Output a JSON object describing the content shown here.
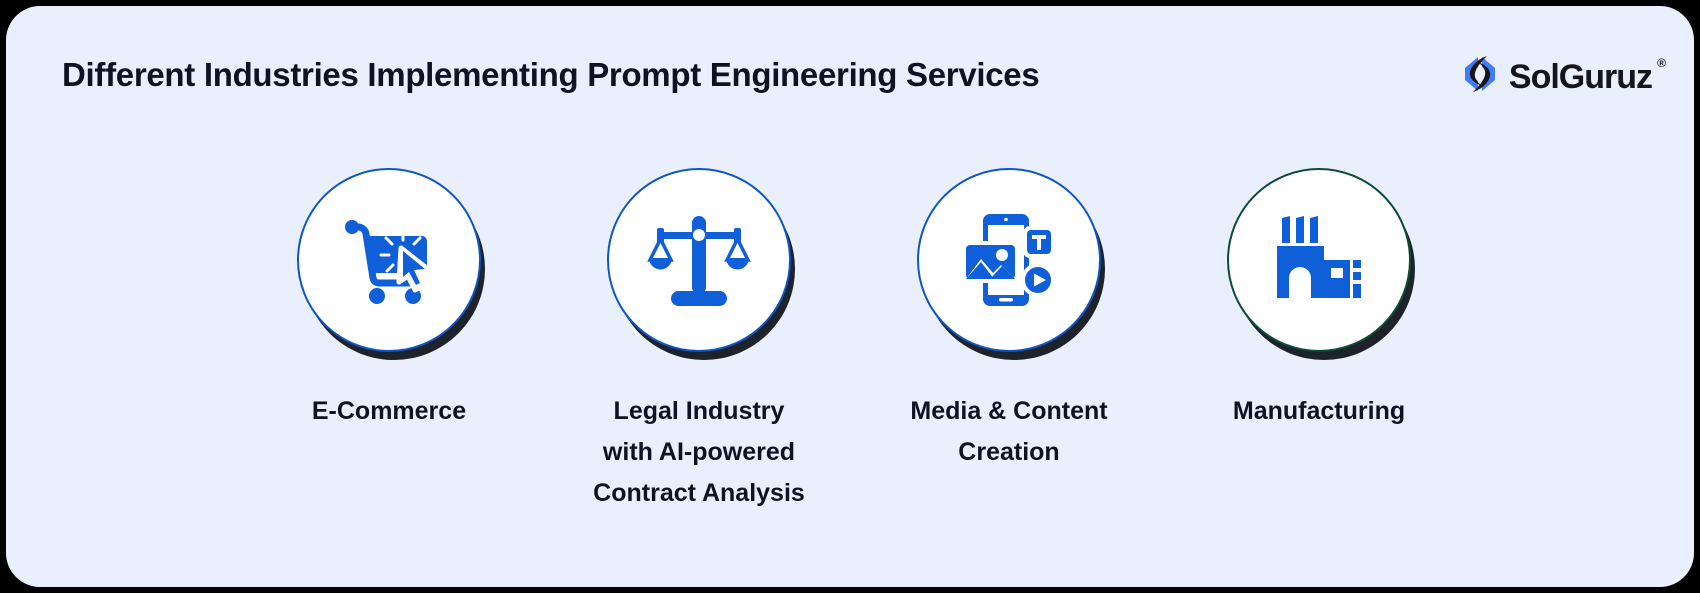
{
  "header": {
    "title": "Different Industries Implementing Prompt Engineering Services",
    "brand": {
      "name": "SolGuruz",
      "trademark": "®",
      "mark_icon": "solguruz-hex-logo-icon",
      "mark_color_primary": "#3F7CF6",
      "mark_color_secondary": "#15151E"
    }
  },
  "theme": {
    "page_background": "#000000",
    "panel_background": "#E9EFFC",
    "title_color": "#0C1424",
    "icon_blue": "#0F5FD8",
    "circle_border_blue": "#0D56C4",
    "circle_border_green": "#0B4B37",
    "circle_fill": "#FFFFFF",
    "shadow_color": "#0C1018"
  },
  "cards": [
    {
      "label": "E-Commerce",
      "icon": "shopping-cart-click-icon",
      "border_accent": "blue"
    },
    {
      "label": "Legal Industry\nwith AI-powered\nContract Analysis",
      "icon": "scales-of-justice-icon",
      "border_accent": "blue"
    },
    {
      "label": "Media & Content\nCreation",
      "icon": "mobile-media-content-icon",
      "border_accent": "blue"
    },
    {
      "label": "Manufacturing",
      "icon": "factory-building-icon",
      "border_accent": "green"
    }
  ]
}
